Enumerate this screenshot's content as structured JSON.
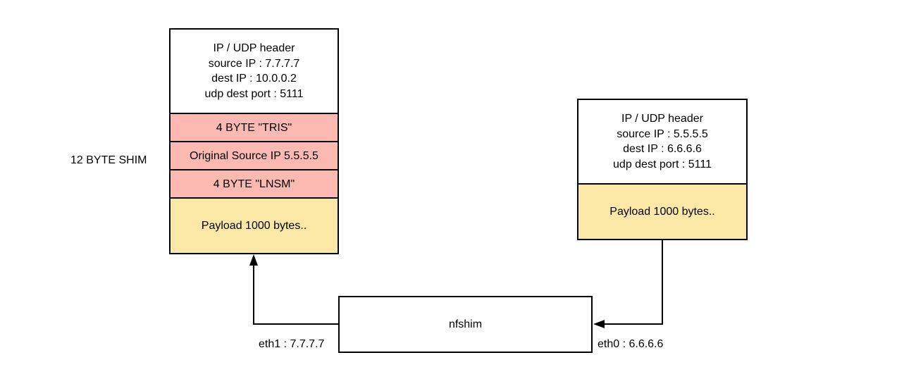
{
  "colors": {
    "shim_fill": "#fbb9b2",
    "payload_fill": "#fbe8a6",
    "line": "#000000",
    "background": "#ffffff"
  },
  "left_packet": {
    "header_lines": [
      "IP  / UDP  header",
      "source IP : 7.7.7.7",
      "dest IP  :  10.0.0.2",
      "udp dest port : 5111"
    ],
    "shim_rows": [
      "4 BYTE \"TRIS\"",
      "Original Source IP  5.5.5.5",
      "4 BYTE \"LNSM\""
    ],
    "payload": "Payload  1000 bytes.."
  },
  "shim_label": "12 BYTE SHIM",
  "right_packet": {
    "header_lines": [
      "IP  / UDP  header",
      "source IP : 5.5.5.5",
      "dest IP  :  6.6.6.6",
      "udp dest port : 5111"
    ],
    "payload": "Payload  1000 bytes.."
  },
  "nfshim": {
    "label": "nfshim",
    "eth1_label": "eth1 : 7.7.7.7",
    "eth0_label": "eth0 : 6.6.6.6"
  }
}
